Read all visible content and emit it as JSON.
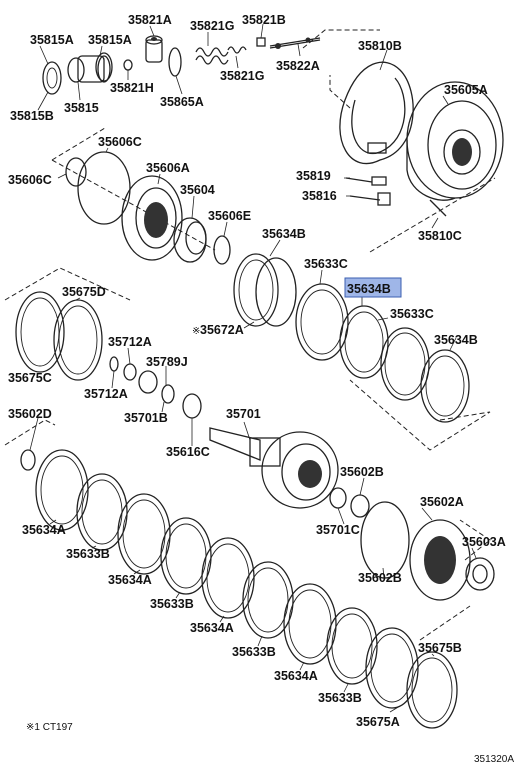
{
  "labels": {
    "l35815A": "35815A",
    "l35815A_b": "35815A",
    "l35821A": "35821A",
    "l35821G_a": "35821G",
    "l35821B": "35821B",
    "l35810B": "35810B",
    "l35821H": "35821H",
    "l35821G_b": "35821G",
    "l35822A": "35822A",
    "l35815B": "35815B",
    "l35815": "35815",
    "l35865A": "35865A",
    "l35605A": "35605A",
    "l35606C_a": "35606C",
    "l35606C_b": "35606C",
    "l35606A": "35606A",
    "l35819": "35819",
    "l35604": "35604",
    "l35816": "35816",
    "l35606E": "35606E",
    "l35810C": "35810C",
    "l35634B_a": "35634B",
    "l35633C_a": "35633C",
    "l35634B_hl": "35634B",
    "l35675D": "35675D",
    "l35633C_b": "35633C",
    "l35672A": "35672A",
    "l35634B_c": "35634B",
    "l35712A_a": "35712A",
    "l35789J": "35789J",
    "l35675C": "35675C",
    "l35712A_b": "35712A",
    "l35701B": "35701B",
    "l35701": "35701",
    "l35602D": "35602D",
    "l35616C": "35616C",
    "l35602B_a": "35602B",
    "l35634A_a": "35634A",
    "l35602A": "35602A",
    "l35633B_a": "35633B",
    "l35701C": "35701C",
    "l35603A": "35603A",
    "l35634A_b": "35634A",
    "l35602B_b": "35602B",
    "l35633B_b": "35633B",
    "l35634A_c": "35634A",
    "l35675B": "35675B",
    "l35633B_c": "35633B",
    "l35634A_d": "35634A",
    "l35633B_d": "35633B",
    "l35675A": "35675A"
  },
  "marks": {
    "star_prefix": "※",
    "footnote": "※1  CT197",
    "diagram_id": "351320A"
  },
  "highlight_color": "#9fb6e8"
}
